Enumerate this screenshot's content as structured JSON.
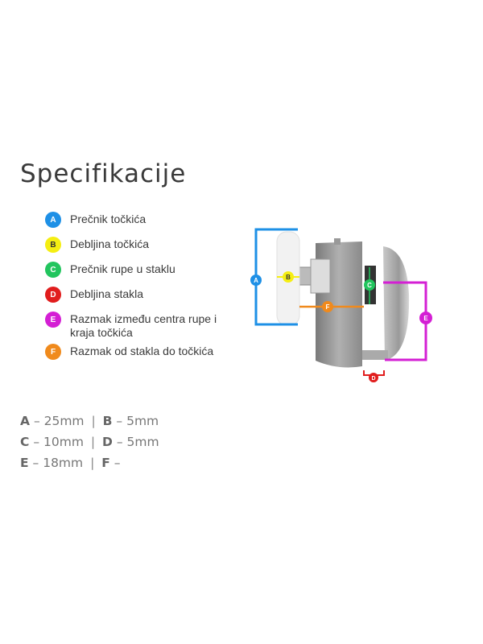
{
  "title": "Specifikacije",
  "legend": [
    {
      "letter": "A",
      "label": "Prečnik točkića",
      "color": "#1e90e6",
      "text_color": "#ffffff"
    },
    {
      "letter": "B",
      "label": "Debljina točkića",
      "color": "#f5ee12",
      "text_color": "#333333"
    },
    {
      "letter": "C",
      "label": "Prečnik rupe u staklu",
      "color": "#22c55e",
      "text_color": "#ffffff"
    },
    {
      "letter": "D",
      "label": "Debljina stakla",
      "color": "#e11d1d",
      "text_color": "#ffffff"
    },
    {
      "letter": "E",
      "label": "Razmak između centra rupe i kraja točkića",
      "color": "#d41fd4",
      "text_color": "#ffffff"
    },
    {
      "letter": "F",
      "label": "Razmak od stakla do točkića",
      "color": "#f08a1c",
      "text_color": "#ffffff"
    }
  ],
  "specs": [
    [
      {
        "k": "A",
        "v": "– 25mm"
      },
      {
        "k": "B",
        "v": "– 5mm"
      }
    ],
    [
      {
        "k": "C",
        "v": "– 10mm"
      },
      {
        "k": "D",
        "v": "– 5mm"
      }
    ],
    [
      {
        "k": "E",
        "v": "– 18mm"
      },
      {
        "k": "F",
        "v": "–"
      }
    ]
  ],
  "separator": "|",
  "diagram": {
    "labels": {
      "A": "A",
      "B": "B",
      "C": "C",
      "D": "D",
      "E": "E",
      "F": "F"
    }
  }
}
